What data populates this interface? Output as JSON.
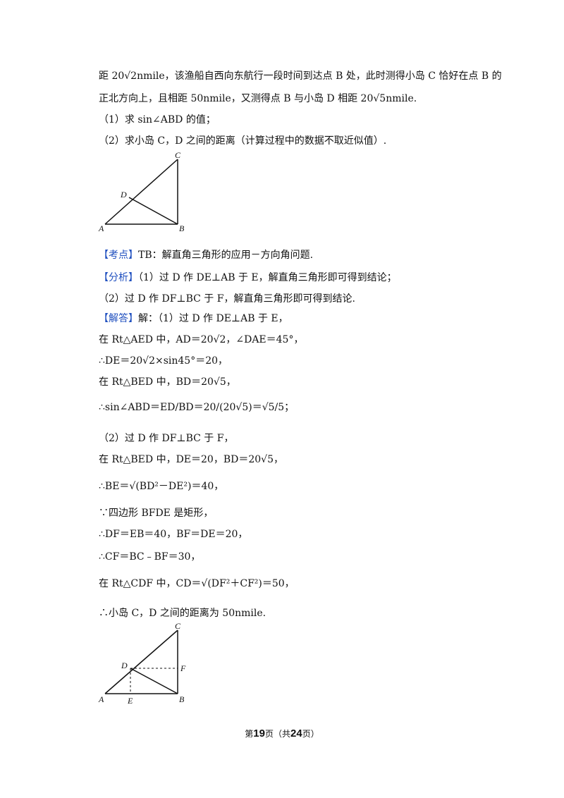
{
  "lines": [
    "距 20√2nmile，该渔船自西向东航行一段时间到达点 B 处，此时测得小岛 C 恰好在点 B 的",
    "正北方向上，且相距 50nmile，又测得点 B 与小岛 D 相距 20√5nmile.",
    "（1）求 sin∠ABD 的值；",
    "（2）求小岛 C，D 之间的距离（计算过程中的数据不取近似值）.",
    "TB：解直角三角形的应用－方向角问题.",
    "（1）过 D 作 DE⊥AB 于 E，解直角三角形即可得到结论；",
    "（2）过 D 作 DF⊥BC 于 F，解直角三角形即可得到结论.",
    "解：（1）过 D 作 DE⊥AB 于 E，",
    "在 Rt△AED 中，AD＝20√2，∠DAE＝45°，",
    "∴DE＝20√2×sin45°＝20，",
    "在 Rt△BED 中，BD＝20√5，",
    "∴sin∠ABD＝ED/BD＝20/(20√5)＝√5/5；",
    "（2）过 D 作 DF⊥BC 于 F，",
    "在 Rt△BED 中，DE＝20，BD＝20√5，",
    "∴BE＝√(BD²－DE²)＝40，",
    "∵四边形 BFDE 是矩形，",
    "∴DF＝EB＝40，BF＝DE＝20，",
    "∴CF＝BC﹣BF＝30，",
    "在 Rt△CDF 中，CD＝√(DF²＋CF²)＝50，",
    "∴小岛 C，D 之间的距离为 50nmile."
  ],
  "tags": {
    "kaodian": "【考点】",
    "fenxi": "【分析】",
    "jieda": "【解答】"
  },
  "figure1": {
    "labels": [
      "C",
      "D",
      "A",
      "B"
    ]
  },
  "figure2": {
    "labels": [
      "C",
      "D",
      "F",
      "A",
      "E",
      "B"
    ]
  },
  "footer": {
    "pre": "第",
    "page": "19",
    "mid": "页（共",
    "total": "24",
    "post": "页）"
  }
}
